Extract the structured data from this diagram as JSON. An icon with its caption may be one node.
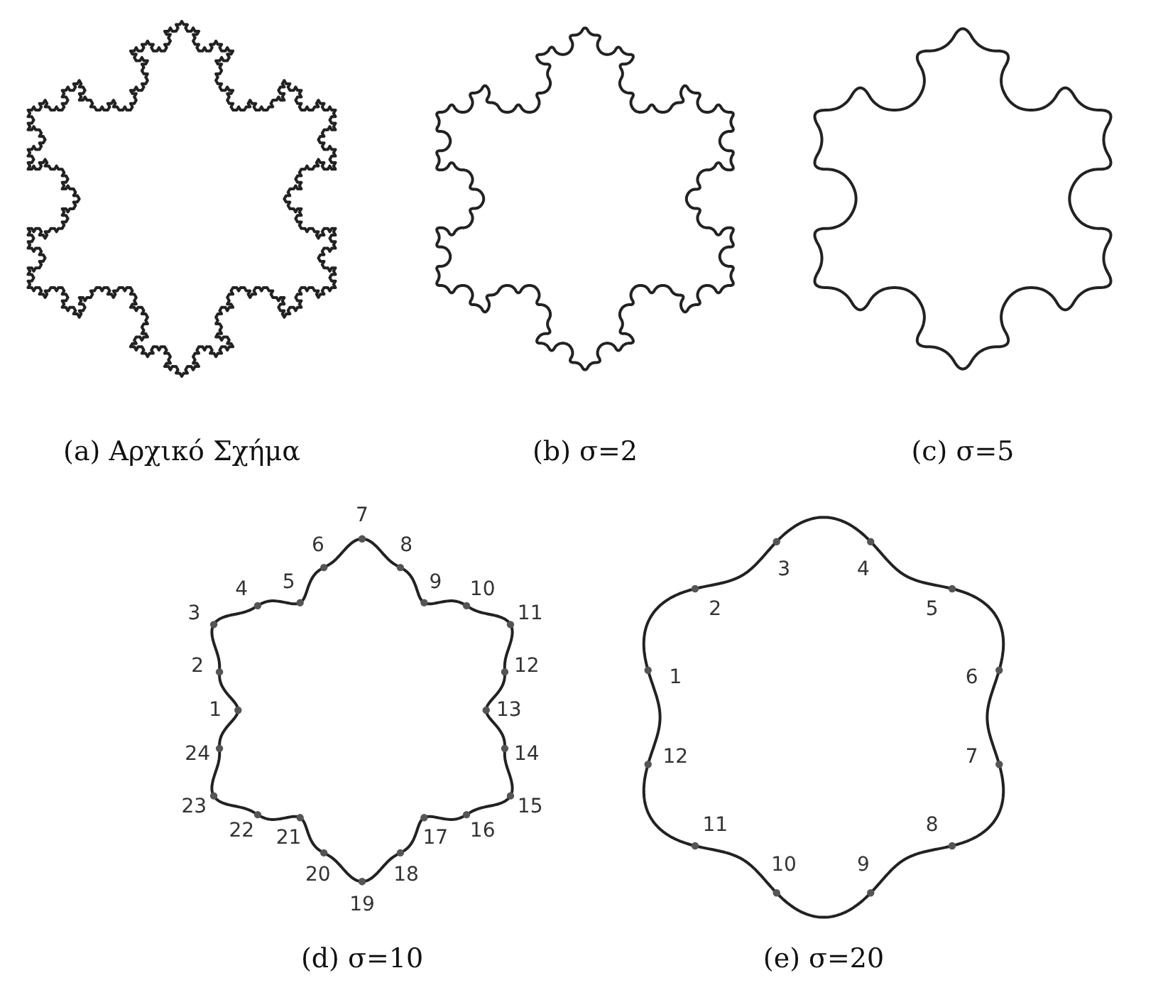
{
  "diagram": {
    "labels": [
      "(a) Αρχικό Σχήμα",
      "(b) σ=2",
      "(c) σ=5",
      "1",
      "2",
      "3",
      "4",
      "5",
      "6",
      "7",
      "8",
      "9",
      "10",
      "11",
      "12",
      "13",
      "14",
      "15",
      "16",
      "17",
      "18",
      "19",
      "20",
      "21",
      "22",
      "23",
      "24",
      "1",
      "2",
      "3",
      "4",
      "5",
      "6",
      "7",
      "8",
      "10",
      "9",
      "11",
      "12",
      "(d) σ=10",
      "(e) σ=20"
    ]
  }
}
